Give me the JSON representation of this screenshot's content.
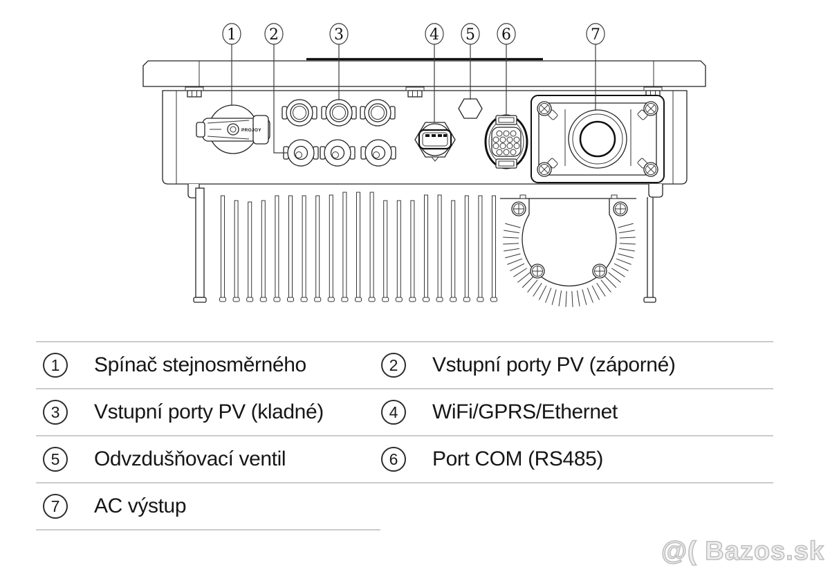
{
  "diagram": {
    "callouts": [
      "1",
      "2",
      "3",
      "4",
      "5",
      "6",
      "7"
    ],
    "switch_brand": "PROJOY"
  },
  "legend": {
    "rows": [
      {
        "num": "1",
        "text": "Spínač stejnosměrného"
      },
      {
        "num": "2",
        "text": "Vstupní porty PV (záporné)"
      },
      {
        "num": "3",
        "text": "Vstupní porty PV (kladné)"
      },
      {
        "num": "4",
        "text": "WiFi/GPRS/Ethernet"
      },
      {
        "num": "5",
        "text": "Odvzdušňovací ventil"
      },
      {
        "num": "6",
        "text": "Port COM (RS485)"
      },
      {
        "num": "7",
        "text": "AC výstup"
      }
    ]
  },
  "watermark": {
    "text": "@( Bazos.sk"
  },
  "colors": {
    "line": "#222222",
    "divider": "#cbcbcb",
    "watermark_stroke": "#bfbfbf"
  }
}
